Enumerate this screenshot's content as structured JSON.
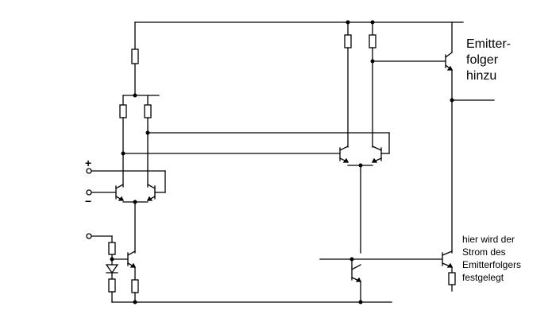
{
  "annotations": {
    "emitter_line1": "Emitter-",
    "emitter_line2": "folger",
    "emitter_line3": "hinzu",
    "current_line1": "hier wird der",
    "current_line2": "Strom des",
    "current_line3": "Emitterfolgers",
    "current_line4": "festgelegt"
  },
  "input_labels": {
    "plus": "+",
    "minus": "−"
  },
  "colors": {
    "wire": "#000000",
    "background": "#ffffff"
  }
}
